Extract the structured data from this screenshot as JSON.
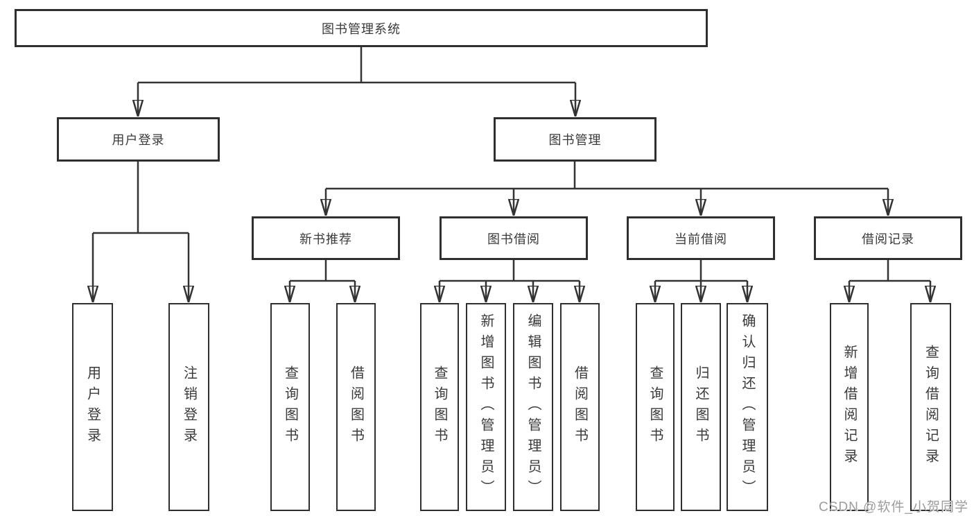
{
  "diagram_title": "图书管理系统",
  "nodes": {
    "root": {
      "label": "图书管理系统"
    },
    "user_login": {
      "label": "用户登录"
    },
    "book_mgmt": {
      "label": "图书管理"
    },
    "new_book_rec": {
      "label": "新书推荐"
    },
    "book_borrow": {
      "label": "图书借阅"
    },
    "current_borrow": {
      "label": "当前借阅"
    },
    "borrow_records": {
      "label": "借阅记录"
    },
    "login_leaf": {
      "label": "用户登录"
    },
    "logout_leaf": {
      "label": "注销登录"
    },
    "nb_query": {
      "label": "查询图书"
    },
    "nb_borrow": {
      "label": "借阅图书"
    },
    "bb_query": {
      "label": "查询图书"
    },
    "bb_add": {
      "label": "新增图书（管理员）"
    },
    "bb_edit": {
      "label": "编辑图书（管理员）"
    },
    "bb_borrow": {
      "label": "借阅图书"
    },
    "cb_query": {
      "label": "查询图书"
    },
    "cb_return": {
      "label": "归还图书"
    },
    "cb_confirm": {
      "label": "确认归还（管理员）"
    },
    "br_add": {
      "label": "新增借阅记录"
    },
    "br_query": {
      "label": "查询借阅记录"
    }
  },
  "edges": [
    [
      "root",
      "user_login"
    ],
    [
      "root",
      "book_mgmt"
    ],
    [
      "user_login",
      "login_leaf"
    ],
    [
      "user_login",
      "logout_leaf"
    ],
    [
      "book_mgmt",
      "new_book_rec"
    ],
    [
      "book_mgmt",
      "book_borrow"
    ],
    [
      "book_mgmt",
      "current_borrow"
    ],
    [
      "book_mgmt",
      "borrow_records"
    ],
    [
      "new_book_rec",
      "nb_query"
    ],
    [
      "new_book_rec",
      "nb_borrow"
    ],
    [
      "book_borrow",
      "bb_query"
    ],
    [
      "book_borrow",
      "bb_add"
    ],
    [
      "book_borrow",
      "bb_edit"
    ],
    [
      "book_borrow",
      "bb_borrow"
    ],
    [
      "current_borrow",
      "cb_query"
    ],
    [
      "current_borrow",
      "cb_return"
    ],
    [
      "current_borrow",
      "cb_confirm"
    ],
    [
      "borrow_records",
      "br_add"
    ],
    [
      "borrow_records",
      "br_query"
    ]
  ],
  "watermark": "CSDN @软件_小贺同学",
  "colors": {
    "line": "#333333",
    "box_border": "#2f2f2f",
    "text": "#3a3a3a",
    "watermark": "#9c9c9c",
    "background": "#ffffff"
  }
}
